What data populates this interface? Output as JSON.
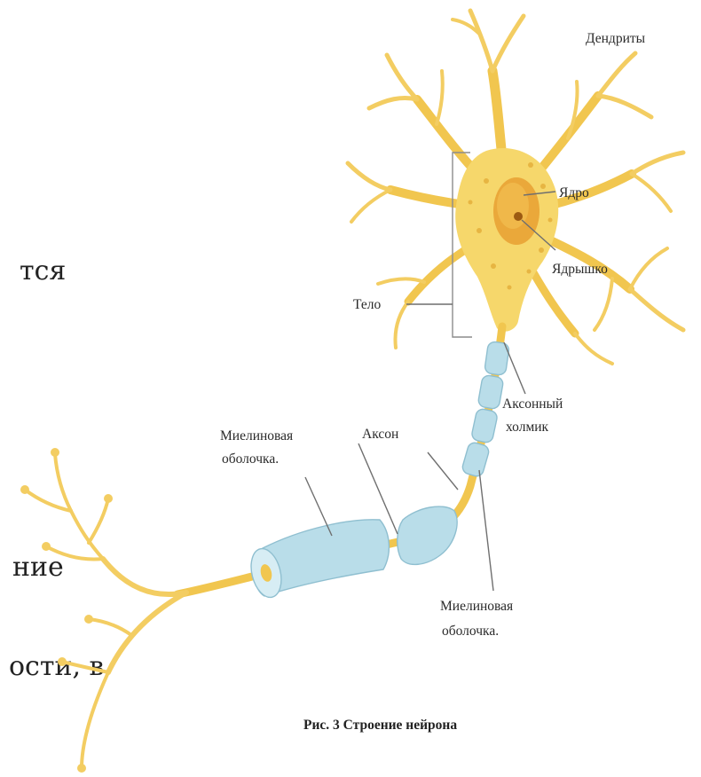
{
  "body_text": [
    "тся",
    "ние",
    "ости, в"
  ],
  "labels": {
    "dendrites": "Дендриты",
    "nucleus": "Ядро",
    "nucleolus": "Ядрышко",
    "body": "Тело",
    "axon_hillock_1": "Аксонный",
    "axon_hillock_2": "холмик",
    "axon": "Аксон",
    "myelin_left_1": "Миелиновая",
    "myelin_left_2": "оболочка.",
    "myelin_bottom_1": "Миелиновая",
    "myelin_bottom_2": "оболочка."
  },
  "caption": "Рис. 3 Строение нейрона",
  "colors": {
    "neuron": "#f6d76b",
    "myelin": "#b9dde9",
    "nucleus": "#eaa83a"
  }
}
